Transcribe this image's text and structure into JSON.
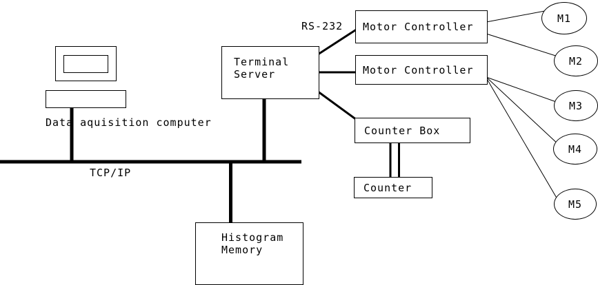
{
  "colors": {
    "ink": "#000000",
    "background": "#ffffff"
  },
  "labels": {
    "computer": "Data aquisition computer",
    "rs232": "RS-232",
    "tcpip": "TCP/IP"
  },
  "nodes": {
    "terminal_server": "Terminal\nServer",
    "motor_controller_1": "Motor Controller",
    "motor_controller_2": "Motor Controller",
    "counter_box": "Counter Box",
    "counter": "Counter",
    "histogram_memory": "Histogram\nMemory"
  },
  "motors": [
    {
      "label": "M1"
    },
    {
      "label": "M2"
    },
    {
      "label": "M3"
    },
    {
      "label": "M4"
    },
    {
      "label": "M5"
    }
  ]
}
